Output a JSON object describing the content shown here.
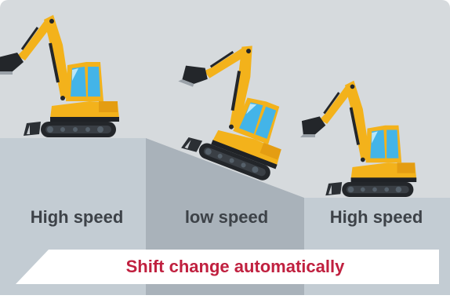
{
  "labels": {
    "left": "High speed",
    "middle": "low speed",
    "right": "High speed"
  },
  "banner": {
    "text": "Shift change automatically"
  },
  "colors": {
    "sky": "#d6dadd",
    "ground_left": "#c3ccd3",
    "ground_middle": "#a9b2ba",
    "ground_right": "#c3ccd3",
    "banner_bg": "#ffffff",
    "banner_text": "#c0203f",
    "label_text": "#3d4248",
    "machine_body": "#f3b21b",
    "machine_dark": "#23262a",
    "window": "#43b4e8"
  },
  "icons": [
    "excavator-icon",
    "excavator-icon",
    "excavator-icon"
  ]
}
